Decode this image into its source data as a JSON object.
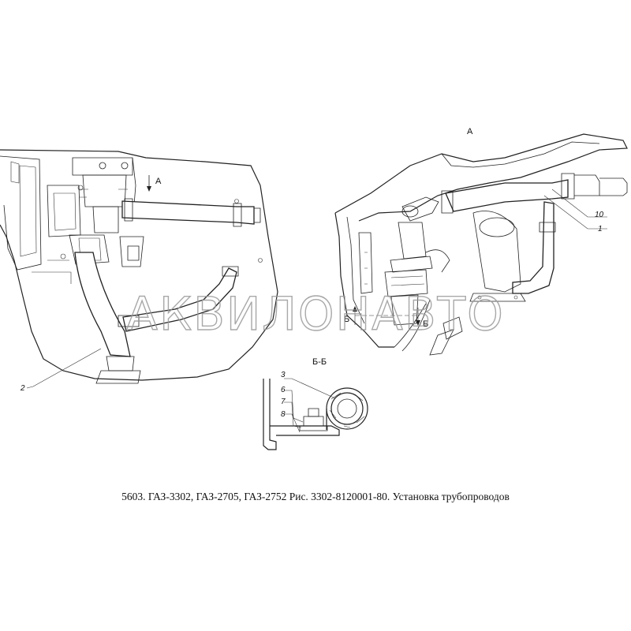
{
  "caption": "5603. ГАЗ-3302, ГАЗ-2705, ГАЗ-2752 Рис. 3302-8120001-80. Установка трубопроводов",
  "watermark": "АКВИЛОНАВТО",
  "view_labels": {
    "view_a_title": "А",
    "view_a_arrow": "А",
    "section_bb_title": "Б-Б",
    "section_arrow_left": "Б",
    "section_arrow_right": "Б"
  },
  "callouts": {
    "c1": "1",
    "c2": "2",
    "c3": "3",
    "c6": "6",
    "c7": "7",
    "c8": "8",
    "c10": "10"
  }
}
